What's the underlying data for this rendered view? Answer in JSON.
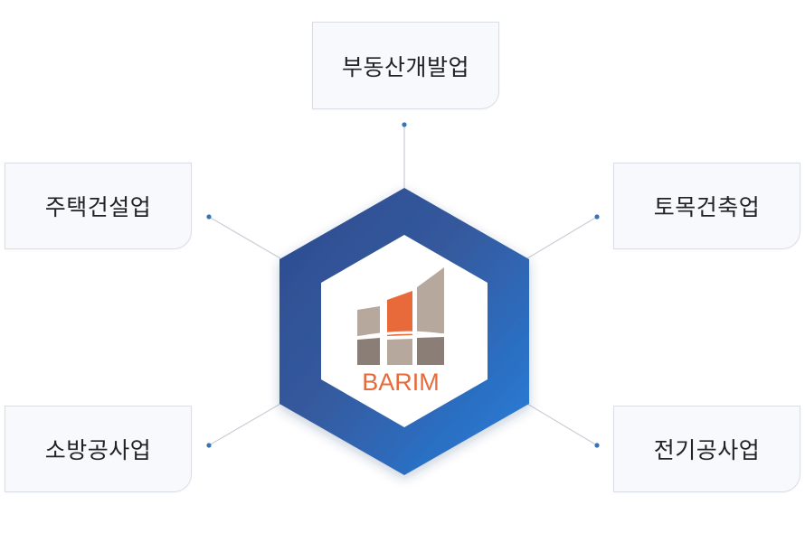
{
  "colors": {
    "hex_dark": "#2c4f93",
    "hex_mid": "#355a9e",
    "hex_light": "#2a7fd4",
    "connector": "#c9ced6",
    "dot": "#3a72b8",
    "card_bg": "#f7f9fc",
    "card_border": "#d9dee6",
    "logo_orange": "#e8693a",
    "logo_taupe": "#b7a89e",
    "logo_dark": "#8a7e76"
  },
  "hub": {
    "logo_text": "BARIM",
    "logo_icon": "building-bars-icon"
  },
  "nodes": [
    {
      "id": "real-estate",
      "label": "부동산개발업"
    },
    {
      "id": "housing",
      "label": "주택건설업"
    },
    {
      "id": "civil",
      "label": "토목건축업"
    },
    {
      "id": "fire",
      "label": "소방공사업"
    },
    {
      "id": "electric",
      "label": "전기공사업"
    }
  ]
}
